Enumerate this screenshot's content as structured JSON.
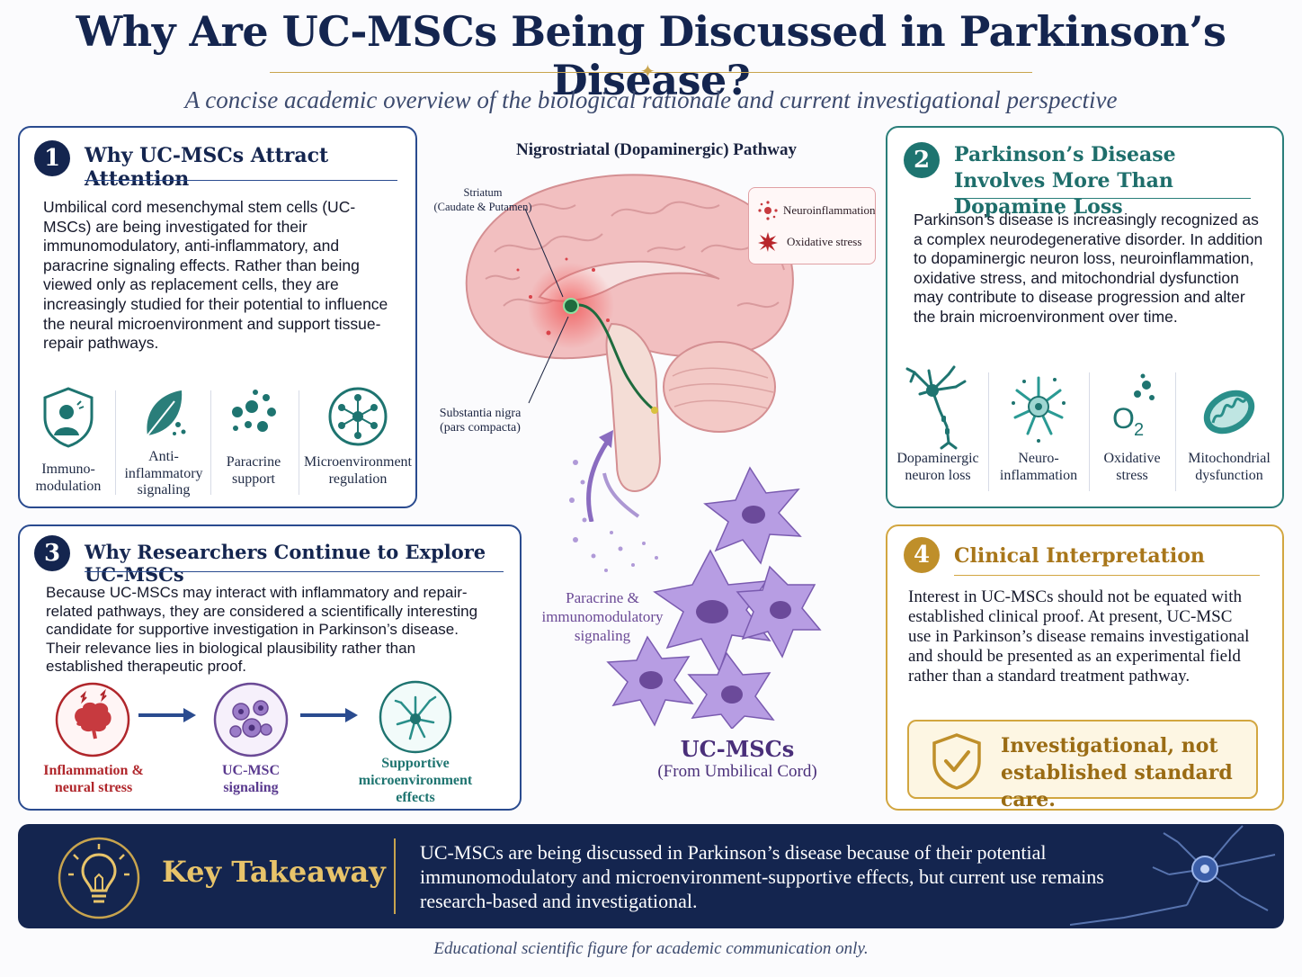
{
  "header": {
    "title": "Why Are UC-MSCs Being Discussed in Parkinson’s Disease?",
    "subtitle": "A concise academic overview of the biological rationale and current investigational perspective"
  },
  "panel1": {
    "number": "1",
    "title": "Why UC-MSCs Attract Attention",
    "body": "Umbilical cord mesenchymal stem cells (UC-MSCs) are being investigated for their immunomodulatory, anti-inflammatory, and paracrine signaling effects. Rather than being viewed only as replacement cells, they are increasingly studied for their potential to influence the neural microenvironment and support tissue-repair pathways.",
    "icons": [
      {
        "label": "Immuno-\nmodulation",
        "icon": "shield-person-icon"
      },
      {
        "label": "Anti-\ninflammatory\nsignaling",
        "icon": "leaf-icon"
      },
      {
        "label": "Paracrine\nsupport",
        "icon": "dots-icon"
      },
      {
        "label": "Microenvironment\nregulation",
        "icon": "network-icon"
      }
    ]
  },
  "panel2": {
    "number": "2",
    "title": "Parkinson’s Disease Involves More Than Dopamine Loss",
    "body": "Parkinson’s disease is increasingly recognized as a complex neurodegenerative disorder. In addition to dopaminergic neuron loss, neuroinflammation, oxidative stress, and mitochondrial dysfunction may contribute to disease progression and alter the brain microenvironment over time.",
    "icons": [
      {
        "label": "Dopaminergic\nneuron loss",
        "icon": "neuron-icon"
      },
      {
        "label": "Neuro-\ninflammation",
        "icon": "inflamed-neuron-icon"
      },
      {
        "label": "Oxidative\nstress",
        "icon": "o2-icon"
      },
      {
        "label": "Mitochondrial\ndysfunction",
        "icon": "mitochondria-icon"
      }
    ]
  },
  "panel3": {
    "number": "3",
    "title": "Why Researchers Continue to Explore UC-MSCs",
    "body": "Because UC-MSCs may interact with inflammatory and repair-related pathways, they are considered a scientifically interesting candidate for supportive investigation in Parkinson’s disease. Their relevance lies in biological plausibility rather than established therapeutic proof.",
    "flow": [
      {
        "label": "Inflammation &\nneural stress",
        "color": "#b0262b"
      },
      {
        "label": "UC-MSC\nsignaling",
        "color": "#5a3a8f"
      },
      {
        "label": "Supportive\nmicroenvironment\neffects",
        "color": "#1e7470"
      }
    ]
  },
  "panel4": {
    "number": "4",
    "title": "Clinical Interpretation",
    "body": "Interest in UC-MSCs should not be equated with established clinical proof.  At present, UC-MSC use in Parkinson’s disease remains investigational and should be presented as an experimental field rather than a standard treatment pathway.",
    "callout": "Investigational, not\nestablished standard care."
  },
  "center": {
    "title": "Nigrostriatal (Dopaminergic) Pathway",
    "striatum": "Striatum\n(Caudate & Putamen)",
    "substantia": "Substantia nigra\n(pars compacta)",
    "legend": [
      "Neuroinflammation",
      "Oxidative stress"
    ],
    "paracrine": "Paracrine &\nimmunomodulatory\nsignaling",
    "ucmsc_title": "UC-MSCs",
    "ucmsc_sub": "(From Umbilical Cord)"
  },
  "takeaway": {
    "label": "Key Takeaway",
    "text": "UC-MSCs are being discussed in Parkinson’s disease because of their potential immunomodulatory and microenvironment-supportive effects, but current use remains research-based and investigational."
  },
  "footer": "Educational scientific figure for academic communication only.",
  "colors": {
    "navy": "#14254f",
    "teal": "#1e7470",
    "gold": "#bf8f2a",
    "purple": "#6b4a96",
    "red": "#b0262b"
  }
}
